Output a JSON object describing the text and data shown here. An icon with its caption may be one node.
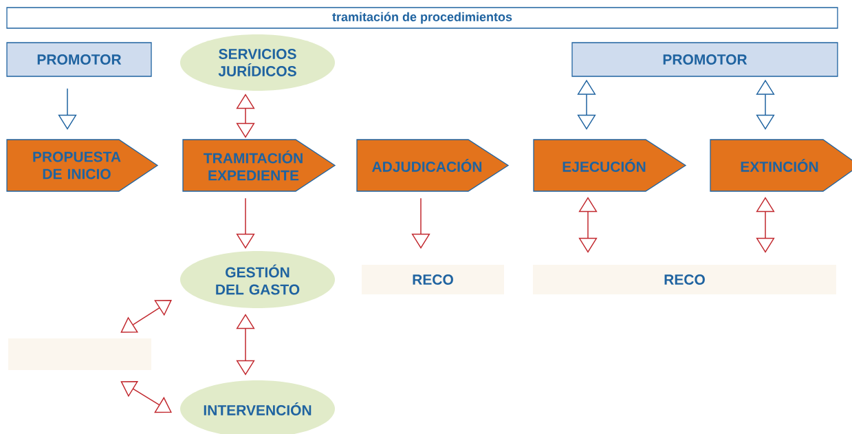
{
  "diagram": {
    "title": "tramitación de procedimientos",
    "nodes": [
      {
        "text": [
          "PROMOTOR"
        ]
      },
      {
        "text": [
          "SERVICIOS JURÍDICOS"
        ]
      },
      {
        "text": [
          "PROMOTOR"
        ]
      },
      {
        "text": [
          "PROPUESTA DE INICIO"
        ]
      },
      {
        "text": [
          "TRAMITACIÓN EXPEDIENTE"
        ]
      },
      {
        "text": [
          "ADJUDICACIÓN"
        ]
      },
      {
        "text": [
          "EJECUCIÓN"
        ]
      },
      {
        "text": [
          "EXTINCIÓN"
        ]
      },
      {
        "text": [
          "GESTIÓN DEL GASTO"
        ]
      },
      {
        "text": [
          "RECO"
        ]
      },
      {
        "text": [
          "RECO"
        ]
      },
      {
        "text": [],
        "shape": "box"
      },
      {
        "text": [
          "INTERVENCIÓN"
        ]
      }
    ],
    "edges": [
      {
        "from": 0,
        "to": 3,
        "arrow": "to",
        "color": "#1f63a0"
      },
      {
        "from": 1,
        "to": 4,
        "arrow": "both"
      },
      {
        "from": 2,
        "to": 6,
        "arrow": "both",
        "color": "#1f63a0"
      },
      {
        "from": 2,
        "to": 7,
        "arrow": "both",
        "color": "#1f63a0"
      },
      {
        "from": 4,
        "to": 8,
        "arrow": "to"
      },
      {
        "from": 5,
        "to": 9,
        "arrow": "to"
      },
      {
        "from": 6,
        "to": 10,
        "arrow": "both"
      },
      {
        "from": 7,
        "to": 10,
        "arrow": "both"
      },
      {
        "from": 8,
        "to": 11,
        "arrow": "both"
      },
      {
        "from": 11,
        "to": 12,
        "arrow": "both"
      },
      {
        "from": 8,
        "to": 12,
        "arrow": "both"
      }
    ]
  }
}
